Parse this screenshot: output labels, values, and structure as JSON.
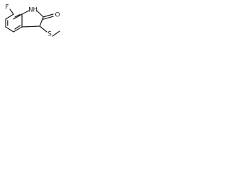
{
  "diagram": {
    "type": "chemical-structure",
    "atoms": {
      "fluorine": "F",
      "nitrogen_h": "NH",
      "oxygen": "O",
      "sulfur": "S"
    }
  }
}
